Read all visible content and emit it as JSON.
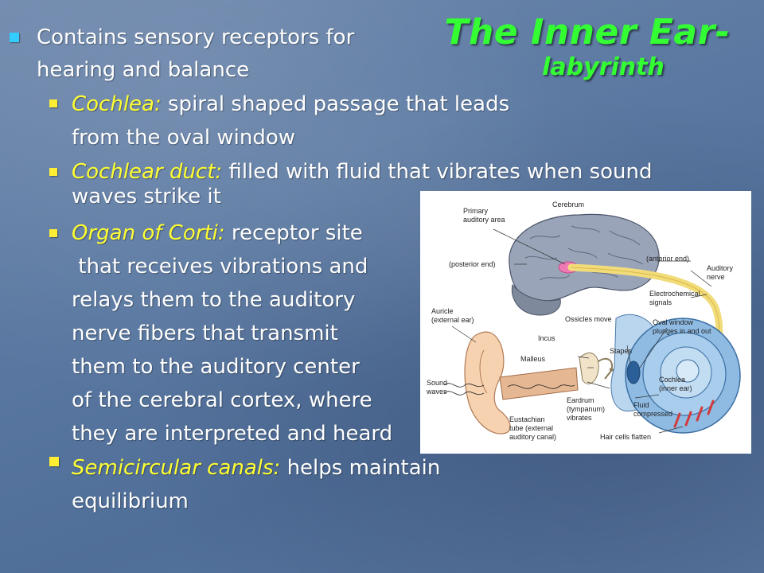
{
  "title": {
    "line1": "The Inner Ear-",
    "line2": "labyrinth"
  },
  "bullets": {
    "b1": {
      "l1": "Contains sensory receptors for",
      "l2": "hearing and balance"
    },
    "b2": {
      "term": "Cochlea:",
      "rest": " spiral shaped passage that leads",
      "l2": "from the oval window"
    },
    "b3": {
      "term": "Cochlear duct:",
      "rest": " filled with fluid that vibrates when sound",
      "l2": "waves strike it"
    },
    "b4": {
      "term": "Organ of Corti:",
      "rest": " receptor site",
      "l2": " that receives vibrations and",
      "l3": "relays them to the auditory",
      "l4": "nerve fibers that transmit",
      "l5": "them to the auditory center",
      "l6": "of the cerebral cortex, where",
      "l7": "they are interpreted and heard"
    },
    "b5": {
      "term": "Semicircular canals:",
      "rest": " helps maintain",
      "l2": "equilibrium"
    }
  },
  "diagram": {
    "cerebrum": "Cerebrum",
    "primary1": "Primary",
    "primary2": "auditory area",
    "posterior": "(posterior end)",
    "anterior": "(anterior end)",
    "auditory1": "Auditory",
    "auditory2": "nerve",
    "electro1": "Electrochemical",
    "electro2": "signals",
    "auricle1": "Auricle",
    "auricle2": "(external ear)",
    "ossicles": "Ossicles move",
    "incus": "Incus",
    "oval1": "Oval window",
    "oval2": "plunges in and out",
    "malleus": "Malleus",
    "stapes": "Stapes",
    "sound1": "Sound",
    "sound2": "waves",
    "cochlea1": "Cochlea",
    "cochlea2": "(inner ear)",
    "eardrum1": "Eardrum",
    "eardrum2": "(tympanum)",
    "eardrum3": "vibrates",
    "fluid1": "Fluid",
    "fluid2": "compressed",
    "eust1": "Eustachian",
    "eust2": "tube (external",
    "eust3": "auditory canal)",
    "hair": "Hair cells flatten"
  }
}
